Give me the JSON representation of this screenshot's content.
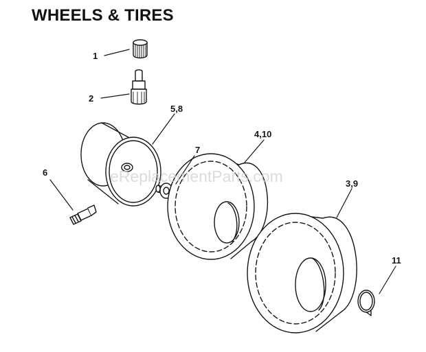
{
  "title": "WHEELS & TIRES",
  "watermark": "eReplacementParts.com",
  "callouts": {
    "p1": "1",
    "p2": "2",
    "p3": "3,9",
    "p4": "4,10",
    "p5": "5,8",
    "p6": "6",
    "p7": "7",
    "p11": "11"
  },
  "colors": {
    "ink": "#151515",
    "background": "#ffffff",
    "watermark": "#d0d0d0"
  }
}
